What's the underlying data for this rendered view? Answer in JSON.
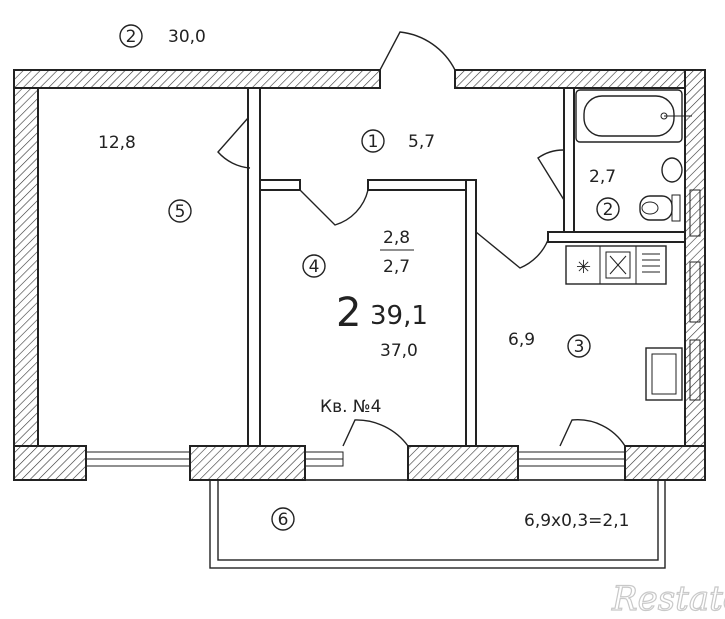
{
  "plan": {
    "apartment_rooms": "2",
    "total_area": "39,1",
    "living_area": "37,0",
    "unit_label": "Кв. №4",
    "corridor": {
      "marker": "2",
      "area": "30,0"
    },
    "rooms": [
      {
        "marker": "1",
        "area": "5,7"
      },
      {
        "marker": "2",
        "area": "2,7"
      },
      {
        "marker": "3",
        "area": "6,9"
      },
      {
        "marker": "4",
        "area_top": "2,8",
        "area_bottom": "2,7"
      },
      {
        "marker": "5",
        "area": "12,8"
      },
      {
        "marker": "6",
        "area": "6,9x0,3=2,1"
      }
    ]
  },
  "watermark": "Restate"
}
